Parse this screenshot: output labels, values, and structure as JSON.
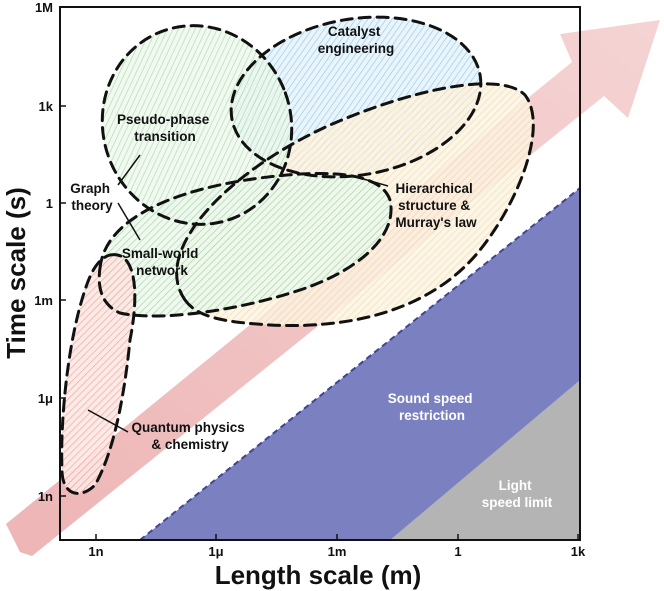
{
  "axes": {
    "x_title": "Length scale (m)",
    "y_title": "Time scale (s)",
    "x_ticks": [
      "1n",
      "1μ",
      "1m",
      "1",
      "1k"
    ],
    "y_ticks": [
      "1M",
      "1k",
      "1",
      "1m",
      "1μ",
      "1n"
    ]
  },
  "regions": {
    "catalyst": [
      "Catalyst",
      "engineering"
    ],
    "pseudo_phase": [
      "Pseudo-phase",
      "transition"
    ],
    "graph_theory": [
      "Graph",
      "theory"
    ],
    "hierarchical": [
      "Hierarchical",
      "structure &",
      "Murray's law"
    ],
    "small_world": [
      "Small-world",
      "network"
    ],
    "quantum": [
      "Quantum physics",
      "& chemistry"
    ],
    "sound": [
      "Sound speed",
      "restriction"
    ],
    "light": [
      "Light",
      "speed limit"
    ]
  },
  "colors": {
    "arrow": "#e8a0a0",
    "sound_region": "#7b80c0",
    "light_region": "#b4b4b4",
    "catalyst_hatch": "#8fc6e8",
    "pseudo_hatch": "#9ed49e",
    "hier_hatch": "#f0d8a0",
    "small_world_hatch": "#a8d8a8",
    "quantum_hatch": "#f0a090"
  }
}
